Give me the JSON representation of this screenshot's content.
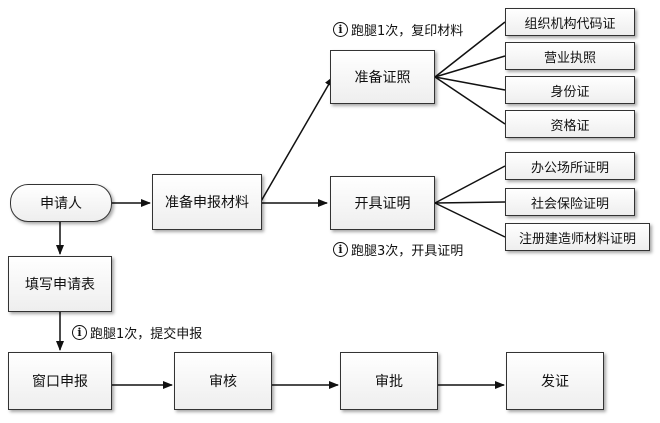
{
  "nodes": {
    "applicant": "申请人",
    "prepare": "准备申报材料",
    "fill_form": "填写申请表",
    "prepare_cert": "准备证照",
    "issue_cert": "开具证明",
    "window": "窗口申报",
    "review": "审核",
    "approve": "审批",
    "issue": "发证"
  },
  "documents": [
    "组织机构代码证",
    "营业执照",
    "身份证",
    "资格证"
  ],
  "proofs": [
    "办公场所证明",
    "社会保险证明",
    "注册建造师材料证明"
  ],
  "notes": {
    "icon": "i",
    "copy": "跑腿1次，复印材料",
    "proof": "跑腿3次，开具证明",
    "submit": "跑腿1次，提交申报"
  }
}
